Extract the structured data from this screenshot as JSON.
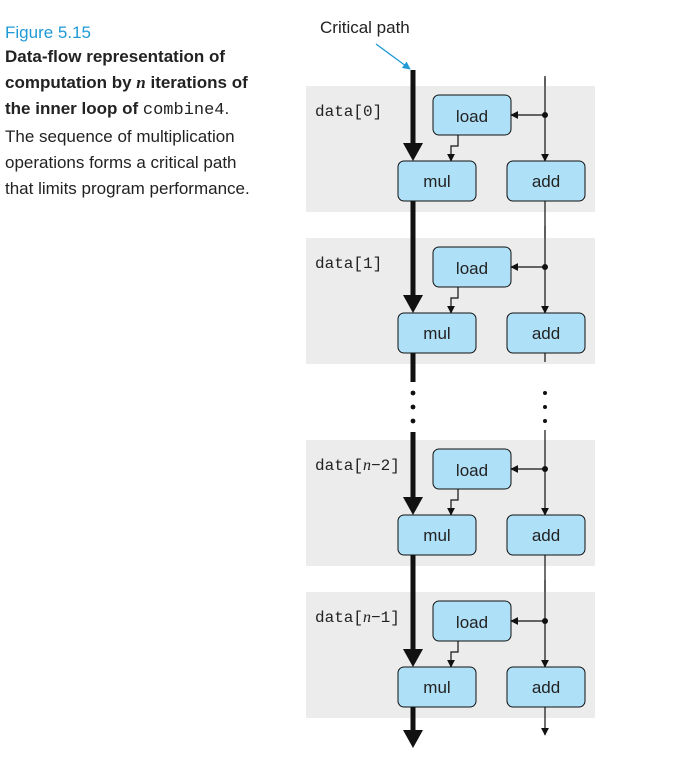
{
  "figure": {
    "number": "Figure 5.15",
    "title_part1": "Data-flow representation of computation by ",
    "title_var": "n",
    "title_part2": " iterations of the inner loop of ",
    "title_code": "combine4",
    "title_part3": ".",
    "body": " The sequence of multiplication operations forms a critical path that limits program performance."
  },
  "diagram": {
    "critical_path_label": "Critical path",
    "blocks": [
      {
        "pre": "data[",
        "var": "",
        "post": "0]",
        "load": "load",
        "mul": "mul",
        "add": "add"
      },
      {
        "pre": "data[",
        "var": "",
        "post": "1]",
        "load": "load",
        "mul": "mul",
        "add": "add"
      },
      {
        "pre": "data[",
        "var": "n",
        "post": "−2]",
        "load": "load",
        "mul": "mul",
        "add": "add"
      },
      {
        "pre": "data[",
        "var": "n",
        "post": "−1]",
        "load": "load",
        "mul": "mul",
        "add": "add"
      }
    ]
  },
  "colors": {
    "accent": "#1f9ad6",
    "box_fill": "#aee0f7",
    "block_bg": "#ececec"
  }
}
